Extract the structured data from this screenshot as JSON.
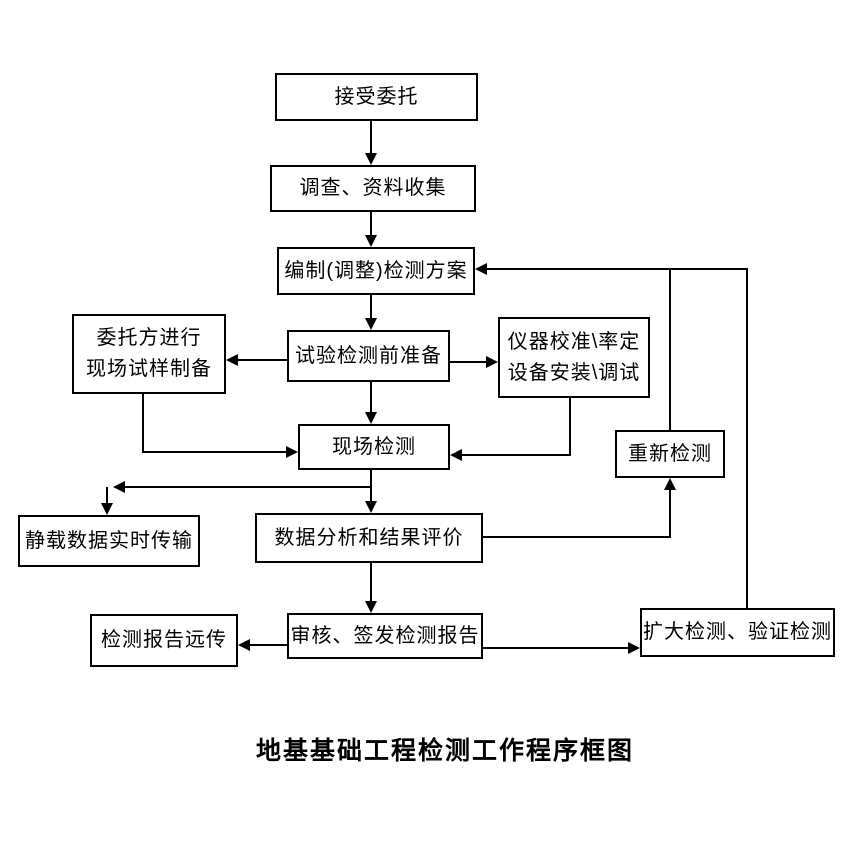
{
  "title": "地基基础工程检测工作程序框图",
  "colors": {
    "line": "#000000",
    "background": "#ffffff",
    "text": "#000000"
  },
  "nodes": {
    "accept": {
      "label": "接受委托"
    },
    "survey": {
      "label": "调查、资料收集"
    },
    "plan": {
      "label": "编制(调整)检测方案"
    },
    "client": {
      "line1": "委托方进行",
      "line2": "现场试样制备"
    },
    "prep": {
      "label": "试验检测前准备"
    },
    "instrument": {
      "line1": "仪器校准\\率定",
      "line2": "设备安装\\调试"
    },
    "onsite": {
      "label": "现场检测"
    },
    "retest": {
      "label": "重新检测"
    },
    "static_transfer": {
      "label": "静载数据实时传输"
    },
    "analysis": {
      "label": "数据分析和结果评价"
    },
    "review": {
      "label": "审核、签发检测报告"
    },
    "remote": {
      "label": "检测报告远传"
    },
    "expand": {
      "label": "扩大检测、验证检测"
    }
  }
}
